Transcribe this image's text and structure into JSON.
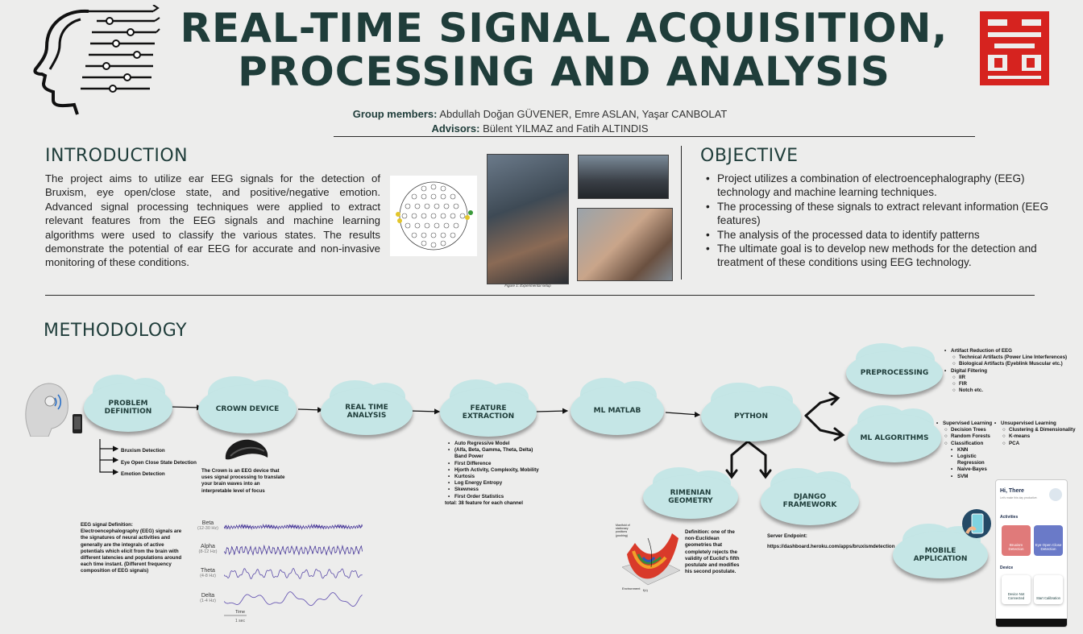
{
  "header": {
    "title_line1": "REAL-TIME SIGNAL ACQUISITION,",
    "title_line2": "PROCESSING AND ANALYSIS",
    "members_label": "Group members:",
    "members": "Abdullah Doğan GÜVENER, Emre ASLAN, Yaşar CANBOLAT",
    "advisors_label": "Advisors:",
    "advisors": "Bülent YILMAZ and Fatih ALTINDIS"
  },
  "introduction": {
    "heading": "INTRODUCTION",
    "text": "The project aims to utilize ear EEG signals for the detection of Bruxism, eye open/close state, and positive/negative emotion. Advanced signal processing techniques were applied to extract relevant features from the EEG signals and machine learning algorithms were used to classify the various states. The results demonstrate the potential of ear EEG for accurate and non-invasive monitoring of these conditions.",
    "figure_caption": "Figure 1: Experimental setup"
  },
  "objective": {
    "heading": "OBJECTIVE",
    "items": [
      "Project utilizes a combination of electroencephalography (EEG) technology and machine learning techniques.",
      "The processing of these signals to extract relevant information (EEG features)",
      "The analysis of the processed data to identify patterns",
      "The ultimate goal is to develop new methods for the detection and treatment of these conditions using EEG technology."
    ]
  },
  "methodology": {
    "heading": "METHODOLOGY",
    "clouds": {
      "problem": "PROBLEM DEFINITION",
      "crown": "CROWN DEVICE",
      "realtime": "REAL TIME ANALYSIS",
      "feature": "FEATURE EXTRACTION",
      "matlab": "ML MATLAB",
      "python": "PYTHON",
      "preprocessing": "PREPROCESSING",
      "mlalg": "ML ALGORITHMS",
      "riemann": "RIMENIAN GEOMETRY",
      "django": "DJANGO FRAMEWORK",
      "mobile": "MOBILE APPLICATION"
    },
    "problem_items": [
      "Bruxism Detection",
      "Eye Open Close State Detection",
      "Emotion Detection"
    ],
    "crown_text": "The Crown is an EEG device that uses signal processing to translate your brain waves into an interpretable level of focus",
    "features": [
      "Auto Regressive Model",
      "(Alfa, Beta, Gamma, Theta, Delta) Band Power",
      "First Difference",
      "Hjorth Activity, Complexity, Mobility",
      "Kurtosis",
      "Log Energy Entropy",
      "Skewness",
      "First Order Statistics"
    ],
    "features_total": "total: 38 feature for each channel",
    "preprocessing": {
      "artifact": "Artifact Reduction of EEG",
      "artifact_sub": [
        "Technical Artifacts (Power Line Interferences)",
        "Biological Artifacts (Eyeblink Muscular etc.)"
      ],
      "filtering": "Digital Filtering",
      "filtering_sub": [
        "IIR",
        "FIR",
        "Notch etc."
      ]
    },
    "supervised": {
      "title": "Supervised Learning",
      "items": [
        "Decision Trees",
        "Random Forests",
        "Classification"
      ],
      "classification": [
        "KNN",
        "Logistic Regression",
        "Naive-Bayes",
        "SVM"
      ]
    },
    "unsupervised": {
      "title": "Unsupervised Learning",
      "items": [
        "Clustering & Dimensionality",
        "K-means",
        "PCA"
      ]
    },
    "eeg_definition": "EEG signal Definition: Electroencephalography (EEG) signals are the signatures of neural activities and generally are the integrals of active potentials which elicit from the brain with different latencies and populations around each time instant. (Different frequency composition of EEG signals)",
    "waves": [
      {
        "name": "Beta",
        "range": "(12-30 Hz)"
      },
      {
        "name": "Alpha",
        "range": "(8-12 Hz)"
      },
      {
        "name": "Theta",
        "range": "(4-8 Hz)"
      },
      {
        "name": "Delta",
        "range": "(1-4 Hz)"
      }
    ],
    "time_label": "Time",
    "time_scale": "1 sec",
    "riemann_text": "Definition: one of the non-Euclidean geometries that completely rejects the validity of Euclid's fifth postulate and modifies his second postulate.",
    "riemann_fig": {
      "manifold": "Manifold of stationary positions (pushing)",
      "environment": "Environment",
      "fx": "f(x)"
    },
    "server_label": "Server Endpoint:",
    "server_url": "https://dashboard.heroku.com/apps/bruxismdetection"
  },
  "app": {
    "greeting": "Hi, There",
    "subtitle": "Let's make this day productive.",
    "activities": "Activities",
    "bruxism": "Bruxism Detection",
    "eye": "Eye Open Close Detection",
    "device": "Device",
    "not_connected": "Device Not Connected",
    "calibration": "Start Calibration"
  },
  "colors": {
    "dark_green": "#1f3d3a",
    "cloud": "#c5e6e6",
    "logo_red": "#d6231f"
  }
}
